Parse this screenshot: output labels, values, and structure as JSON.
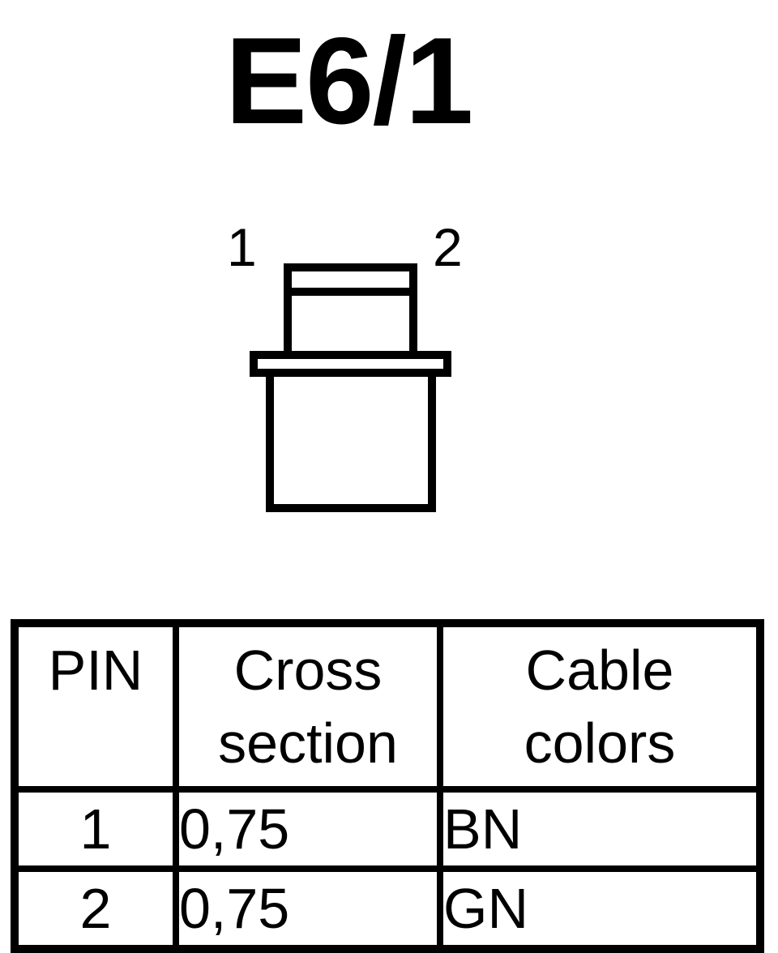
{
  "title": "E6/1",
  "connector": {
    "pin_labels": [
      "1",
      "2"
    ],
    "icon": "two-pin-connector-icon"
  },
  "table": {
    "headers": [
      {
        "line1": "PIN",
        "line2": ""
      },
      {
        "line1": "Cross",
        "line2": "section"
      },
      {
        "line1": "Cable",
        "line2": "colors"
      }
    ],
    "rows": [
      {
        "pin": "1",
        "cross_section": "0,75",
        "color": "BN"
      },
      {
        "pin": "2",
        "cross_section": "0,75",
        "color": "GN"
      }
    ]
  }
}
